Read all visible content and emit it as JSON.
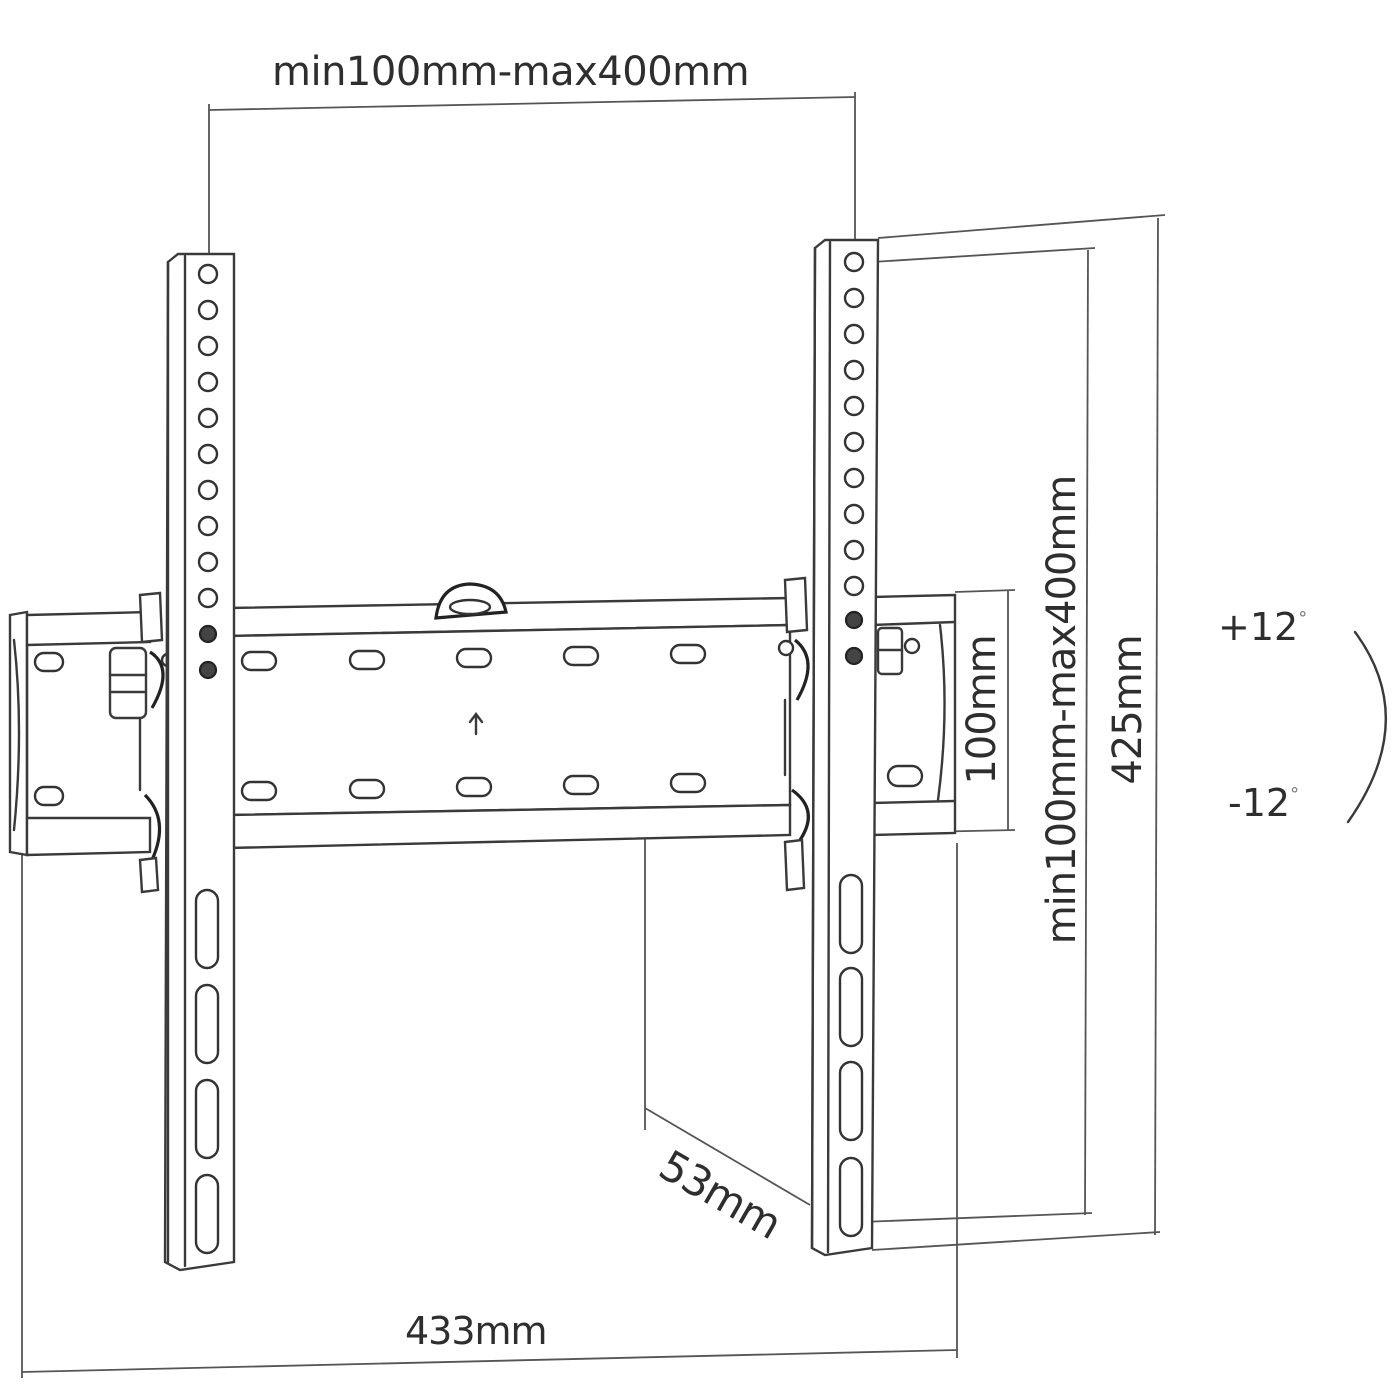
{
  "diagram": {
    "subject": "Tilting TV wall mount bracket",
    "dimensions": {
      "vesa_horizontal": "min100mm-max400mm",
      "vesa_vertical": "min100mm-max400mm",
      "overall_height": "425mm",
      "wall_plate_height": "100mm",
      "overall_width": "433mm",
      "depth": "53mm"
    },
    "tilt": {
      "up": "+12",
      "down": "-12",
      "unit_symbol": "°"
    },
    "parts": {
      "vertical_arms": 2,
      "arm_round_holes_per_arm": 12,
      "arm_slots_per_arm": 4,
      "wall_plate_slots_top_row": 5,
      "wall_plate_slots_bottom_row": 5
    },
    "colors": {
      "line": "#3a3a3a",
      "background": "#ffffff"
    }
  }
}
